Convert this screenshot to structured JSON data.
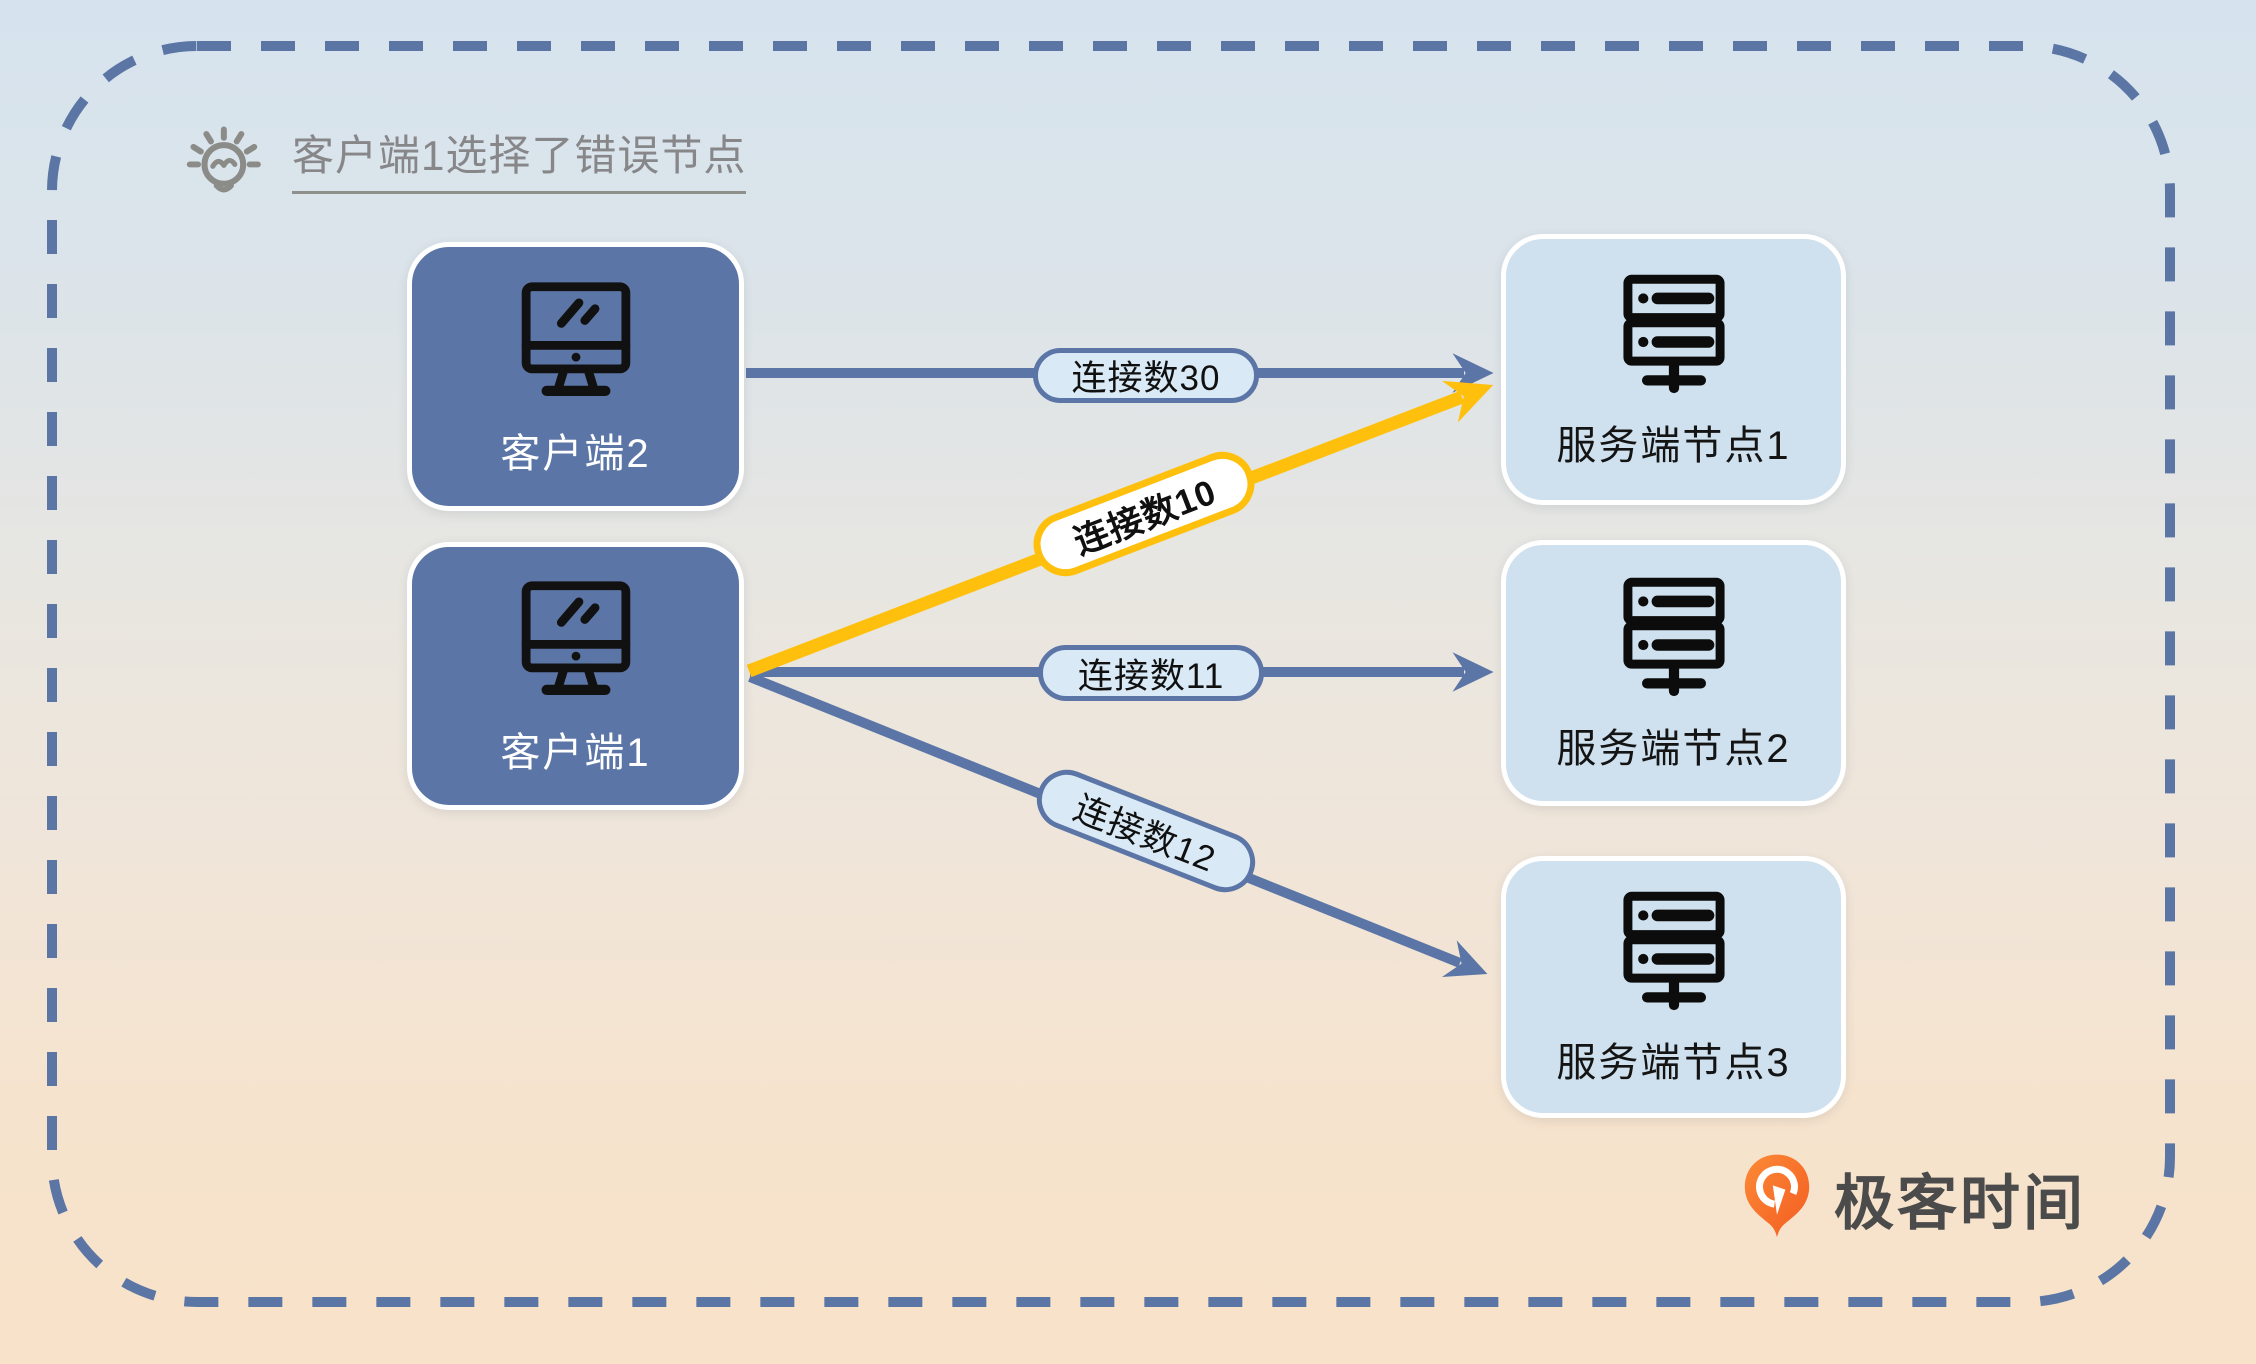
{
  "hint": {
    "text": "客户端1选择了错误节点"
  },
  "clients": [
    {
      "id": "client2",
      "label": "客户端2"
    },
    {
      "id": "client1",
      "label": "客户端1"
    }
  ],
  "servers": [
    {
      "id": "server1",
      "label": "服务端节点1"
    },
    {
      "id": "server2",
      "label": "服务端节点2"
    },
    {
      "id": "server3",
      "label": "服务端节点3"
    }
  ],
  "connections": [
    {
      "from": "客户端2",
      "to": "服务端节点1",
      "label": "连接数30",
      "highlight": false
    },
    {
      "from": "客户端1",
      "to": "服务端节点1",
      "label": "连接数10",
      "highlight": true
    },
    {
      "from": "客户端1",
      "to": "服务端节点2",
      "label": "连接数11",
      "highlight": false
    },
    {
      "from": "客户端1",
      "to": "服务端节点3",
      "label": "连接数12",
      "highlight": false
    }
  ],
  "logo": {
    "text": "极客时间"
  },
  "colors": {
    "client_box": "#5b76a6",
    "server_box": "#cfe1ee",
    "arrow_blue": "#5b76a6",
    "arrow_highlight": "#ffc00d",
    "pill_fill": "#d9eaf6",
    "dashed_border": "#5b76a4",
    "hint_gray": "#87878a",
    "logo_orange": "#f8692b",
    "bg_top": "#d6e3ee",
    "bg_bottom": "#f8e2c9"
  }
}
